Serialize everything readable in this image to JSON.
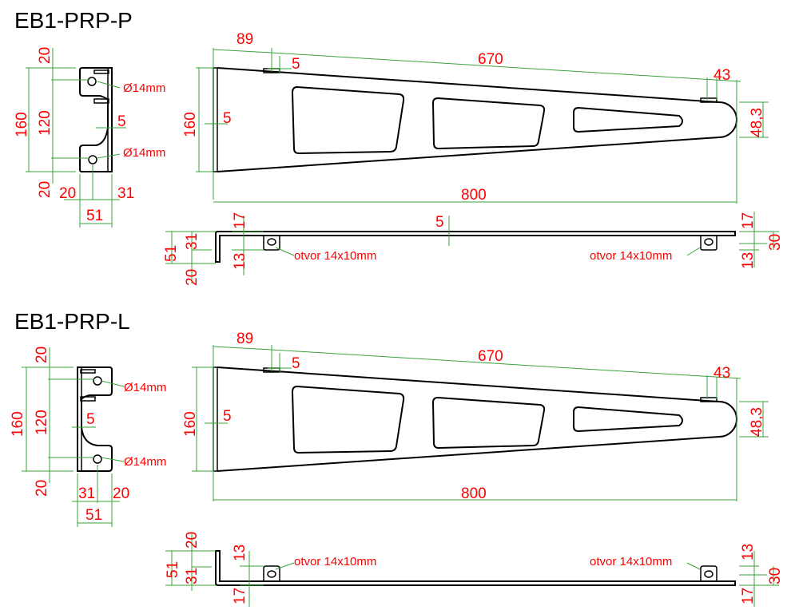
{
  "parts": [
    {
      "title": "EB1-PRP-P",
      "side_view": {
        "dim_top": "20",
        "dim_height": "160",
        "dim_holes": "120",
        "dim_thickness": "5",
        "hole_top": "Ø14mm",
        "hole_bottom": "Ø14mm",
        "dim_bottom": "20",
        "dim_a": "20",
        "dim_b": "31",
        "dim_width": "51"
      },
      "front_view": {
        "dim_89": "89",
        "dim_670": "670",
        "dim_5_top": "5",
        "dim_43": "43",
        "dim_160": "160",
        "dim_5_plate": "5",
        "dim_48_3": "48,3",
        "dim_800": "800"
      },
      "top_view": {
        "dim_17_left": "17",
        "dim_13_left": "13",
        "dim_51": "51",
        "dim_31": "31",
        "dim_20": "20",
        "dim_5": "5",
        "slot_left": "otvor 14x10mm",
        "slot_right": "otvor 14x10mm",
        "dim_17_right": "17",
        "dim_13_right": "13",
        "dim_30": "30"
      }
    },
    {
      "title": "EB1-PRP-L",
      "side_view": {
        "dim_top": "20",
        "dim_height": "160",
        "dim_holes": "120",
        "dim_thickness": "5",
        "hole_top": "Ø14mm",
        "hole_bottom": "Ø14mm",
        "dim_bottom": "20",
        "dim_a": "31",
        "dim_b": "20",
        "dim_width": "51"
      },
      "front_view": {
        "dim_89": "89",
        "dim_670": "670",
        "dim_5_top": "5",
        "dim_43": "43",
        "dim_160": "160",
        "dim_5_plate": "5",
        "dim_48_3": "48,3",
        "dim_800": "800"
      },
      "top_view": {
        "dim_20": "20",
        "dim_13_left": "13",
        "dim_51": "51",
        "dim_31": "31",
        "dim_17_left": "17",
        "slot_left": "otvor 14x10mm",
        "slot_right": "otvor 14x10mm",
        "dim_13_right": "13",
        "dim_17_right": "17",
        "dim_30": "30"
      }
    }
  ]
}
